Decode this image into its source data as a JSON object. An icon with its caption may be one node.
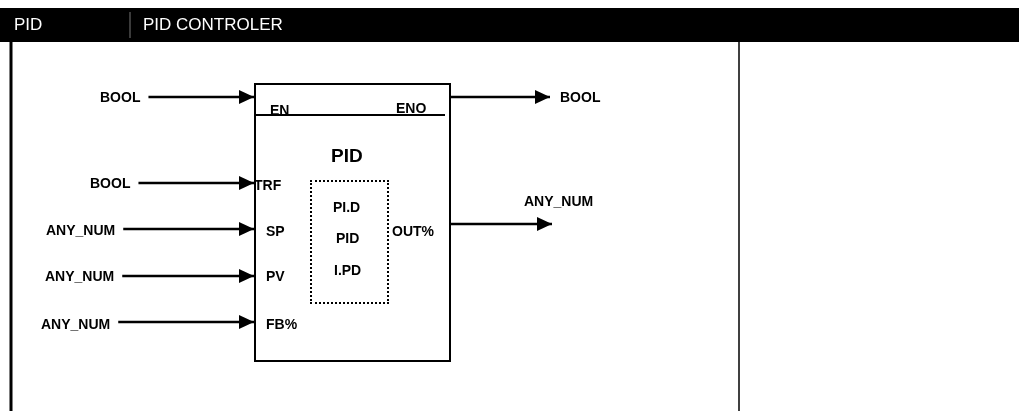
{
  "diagram": {
    "nodes": [
      {
        "text": [
          "EN",
          "ENO",
          "PID",
          "TRF",
          "SP",
          "OUT%",
          "PV",
          "FB%"
        ]
      },
      {
        "text": [
          "PI.D",
          "PID",
          "I.PD"
        ],
        "in": 0
      },
      {
        "text": [
          "BOOL"
        ]
      },
      {
        "text": [
          "BOOL"
        ]
      },
      {
        "text": [
          "ANY_NUM"
        ]
      },
      {
        "text": [
          "ANY_NUM"
        ]
      },
      {
        "text": [
          "ANY_NUM"
        ]
      },
      {
        "text": [
          "BOOL"
        ]
      },
      {
        "text": [
          "ANY_NUM"
        ]
      }
    ],
    "edges": [
      {
        "from": 2,
        "to": 0,
        "arrow": "to"
      },
      {
        "from": 3,
        "to": 0,
        "arrow": "to"
      },
      {
        "from": 4,
        "to": 0,
        "arrow": "to"
      },
      {
        "from": 5,
        "to": 0,
        "arrow": "to"
      },
      {
        "from": 6,
        "to": 0,
        "arrow": "to"
      },
      {
        "from": 0,
        "to": 7,
        "arrow": "to"
      },
      {
        "from": 0,
        "to": 8,
        "arrow": "to"
      }
    ],
    "labels": [
      "PID",
      "PID CONTROLER"
    ]
  }
}
